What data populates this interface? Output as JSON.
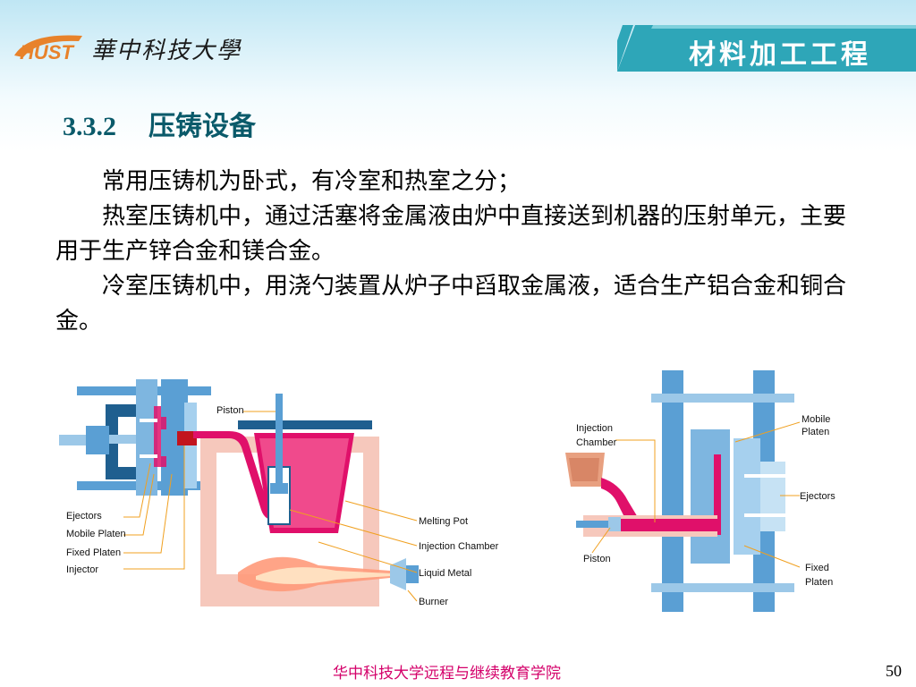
{
  "header": {
    "logo_text": "HUST",
    "university_name": "華中科技大學",
    "brand": "材料加工工程"
  },
  "section": {
    "number": "3.3.2",
    "title": "压铸设备"
  },
  "paragraphs": [
    "常用压铸机为卧式，有冷室和热室之分；",
    "热室压铸机中，通过活塞将金属液由炉中直接送到机器的压射单元，主要用于生产锌合金和镁合金。",
    "冷室压铸机中，用浇勺装置从炉子中舀取金属液，适合生产铝合金和铜合金。"
  ],
  "hot_chamber_figure": {
    "labels": {
      "piston": "Piston",
      "ejectors": "Ejectors",
      "mobile_platen": "Mobile Platen",
      "fixed_platen": "Fixed Platen",
      "injector": "Injector",
      "melting_pot": "Melting Pot",
      "injection_chamber": "Injection Chamber",
      "liquid_metal": "Liquid Metal",
      "burner": "Burner"
    }
  },
  "cold_chamber_figure": {
    "labels": {
      "injection": "Injection",
      "chamber": "Chamber",
      "mobile": "Mobile",
      "platen": "Platen",
      "ejectors": "Ejectors",
      "piston": "Piston",
      "fixed": "Fixed",
      "platen2": "Platen"
    }
  },
  "footer": {
    "institution": "华中科技大学远程与继续教育学院",
    "page_number": "50"
  },
  "colors": {
    "metal": "#e0106a",
    "machine_blue": "#5a9fd4",
    "furnace": "#f6c8bc",
    "accent_teal": "#2ea6b8"
  }
}
